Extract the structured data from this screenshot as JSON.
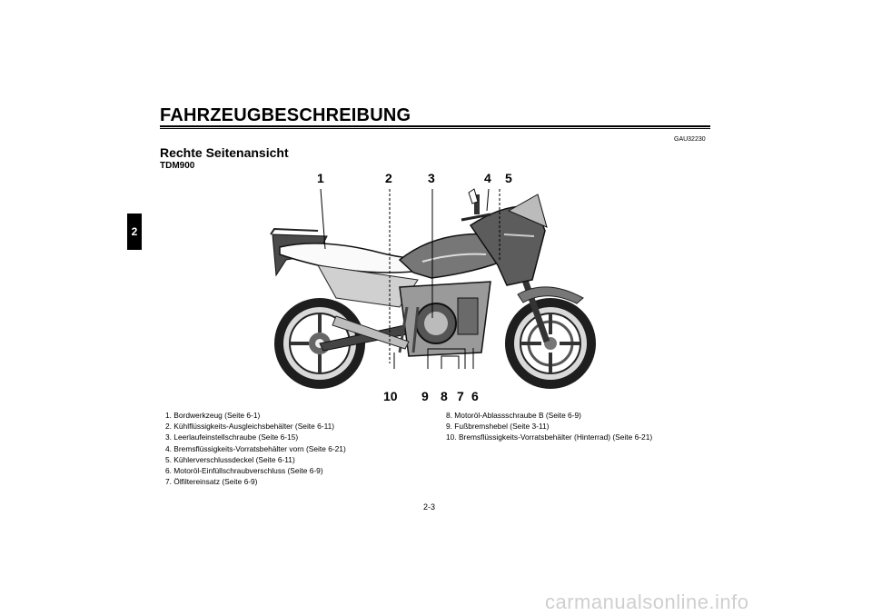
{
  "header": {
    "title": "FAHRZEUGBESCHREIBUNG",
    "chapter_tab": "2",
    "doc_code": "GAU32230"
  },
  "section": {
    "title": "Rechte Seitenansicht",
    "model": "TDM900"
  },
  "figure": {
    "callouts_top": [
      "1",
      "2",
      "3",
      "4",
      "5"
    ],
    "callouts_bottom": [
      "10",
      "9",
      "8",
      "7",
      "6"
    ]
  },
  "legend": {
    "left": [
      "1. Bordwerkzeug (Seite 6-1)",
      "2. Kühlflüssigkeits-Ausgleichsbehälter (Seite 6-11)",
      "3. Leerlaufeinstellschraube (Seite 6-15)",
      "4. Bremsflüssigkeits-Vorratsbehälter vorn (Seite 6-21)",
      "5. Kühlerverschlussdeckel (Seite 6-11)",
      "6. Motoröl-Einfüllschraubverschluss (Seite 6-9)",
      "7. Ölfiltereinsatz (Seite 6-9)"
    ],
    "right": [
      "8. Motoröl-Ablassschraube B (Seite 6-9)",
      "9. Fußbremshebel (Seite 3-11)",
      "10. Bremsflüssigkeits-Vorratsbehälter (Hinterrad) (Seite 6-21)"
    ]
  },
  "footer": {
    "page_number": "2-3",
    "watermark": "carmanualsonline.info"
  }
}
